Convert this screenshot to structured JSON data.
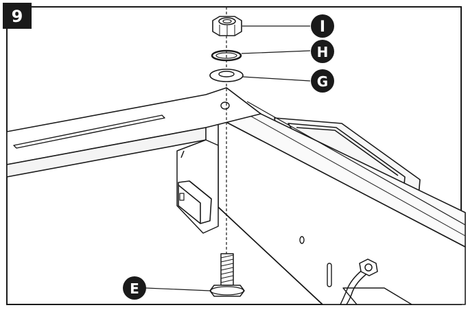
{
  "step": {
    "number": "9"
  },
  "callouts": {
    "nut": "I",
    "lock_washer": "H",
    "flat_washer": "G",
    "bolt": "E"
  },
  "colors": {
    "ink": "#1a1a1a",
    "background": "#ffffff",
    "badge": "#1a1a1a",
    "badge_text": "#ffffff",
    "panel_shade": "#f2f2f2"
  }
}
